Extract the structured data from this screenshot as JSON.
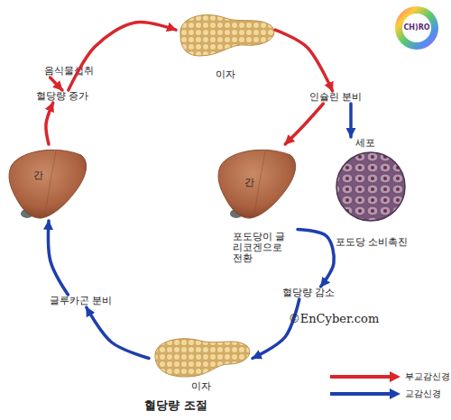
{
  "diagram": {
    "title": "혈당량 조절",
    "nodes": [
      {
        "text": [
          "이자"
        ]
      },
      {
        "text": [
          "음식물섭취"
        ]
      },
      {
        "text": [
          "혈당량 증가"
        ]
      },
      {
        "text": [
          "인슐린 분비"
        ]
      },
      {
        "text": [
          "세포",
          "포도당 소비촉진"
        ]
      },
      {
        "text": [
          "간"
        ]
      },
      {
        "text": [
          "간",
          "포도당이 글리코겐으로 전환"
        ]
      },
      {
        "text": [
          "혈당량 감소"
        ]
      },
      {
        "text": [
          "글루카곤 분비"
        ]
      },
      {
        "text": [
          "이자"
        ]
      }
    ],
    "edges": [
      {
        "from": 1,
        "to": 2,
        "arrow": "to"
      },
      {
        "from": 2,
        "to": 0,
        "arrow": "to"
      },
      {
        "from": 0,
        "to": 3,
        "arrow": "to"
      },
      {
        "from": 3,
        "to": 6,
        "arrow": "to"
      },
      {
        "from": 3,
        "to": 4,
        "arrow": "to"
      },
      {
        "from": 6,
        "to": 7,
        "arrow": "to"
      },
      {
        "from": 7,
        "to": 9,
        "arrow": "to"
      },
      {
        "from": 9,
        "to": 8,
        "arrow": "to"
      },
      {
        "from": 8,
        "to": 5,
        "arrow": "to"
      },
      {
        "from": 5,
        "to": 2,
        "arrow": "to"
      }
    ],
    "labels": [
      "CH)RO",
      "©EnCyber.com"
    ],
    "legend": [
      {
        "text": "부교감신경"
      },
      {
        "text": "교감신경"
      }
    ]
  }
}
